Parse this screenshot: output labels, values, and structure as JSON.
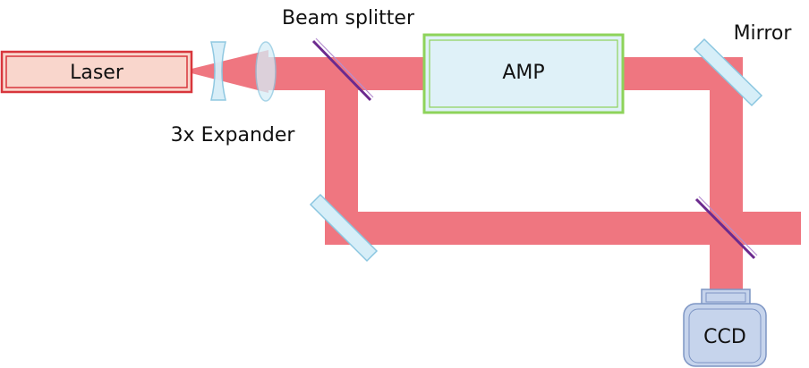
{
  "labels": {
    "laser": "Laser",
    "expander": "3x Expander",
    "beam_splitter": "Beam splitter",
    "amp": "AMP",
    "mirror": "Mirror",
    "ccd": "CCD"
  },
  "colors": {
    "beam": "#ef7680",
    "laser_border": "#d8363c",
    "laser_fill": "#f9d6cc",
    "amp_border": "#8ed35a",
    "amp_fill": "#dff1f8",
    "optic_fill": "#d6eef8",
    "optic_stroke": "#8ac6e0",
    "splitter_line": "#6b2a8e",
    "ccd_fill": "#c6d4ec",
    "ccd_stroke": "#7d95c4"
  }
}
